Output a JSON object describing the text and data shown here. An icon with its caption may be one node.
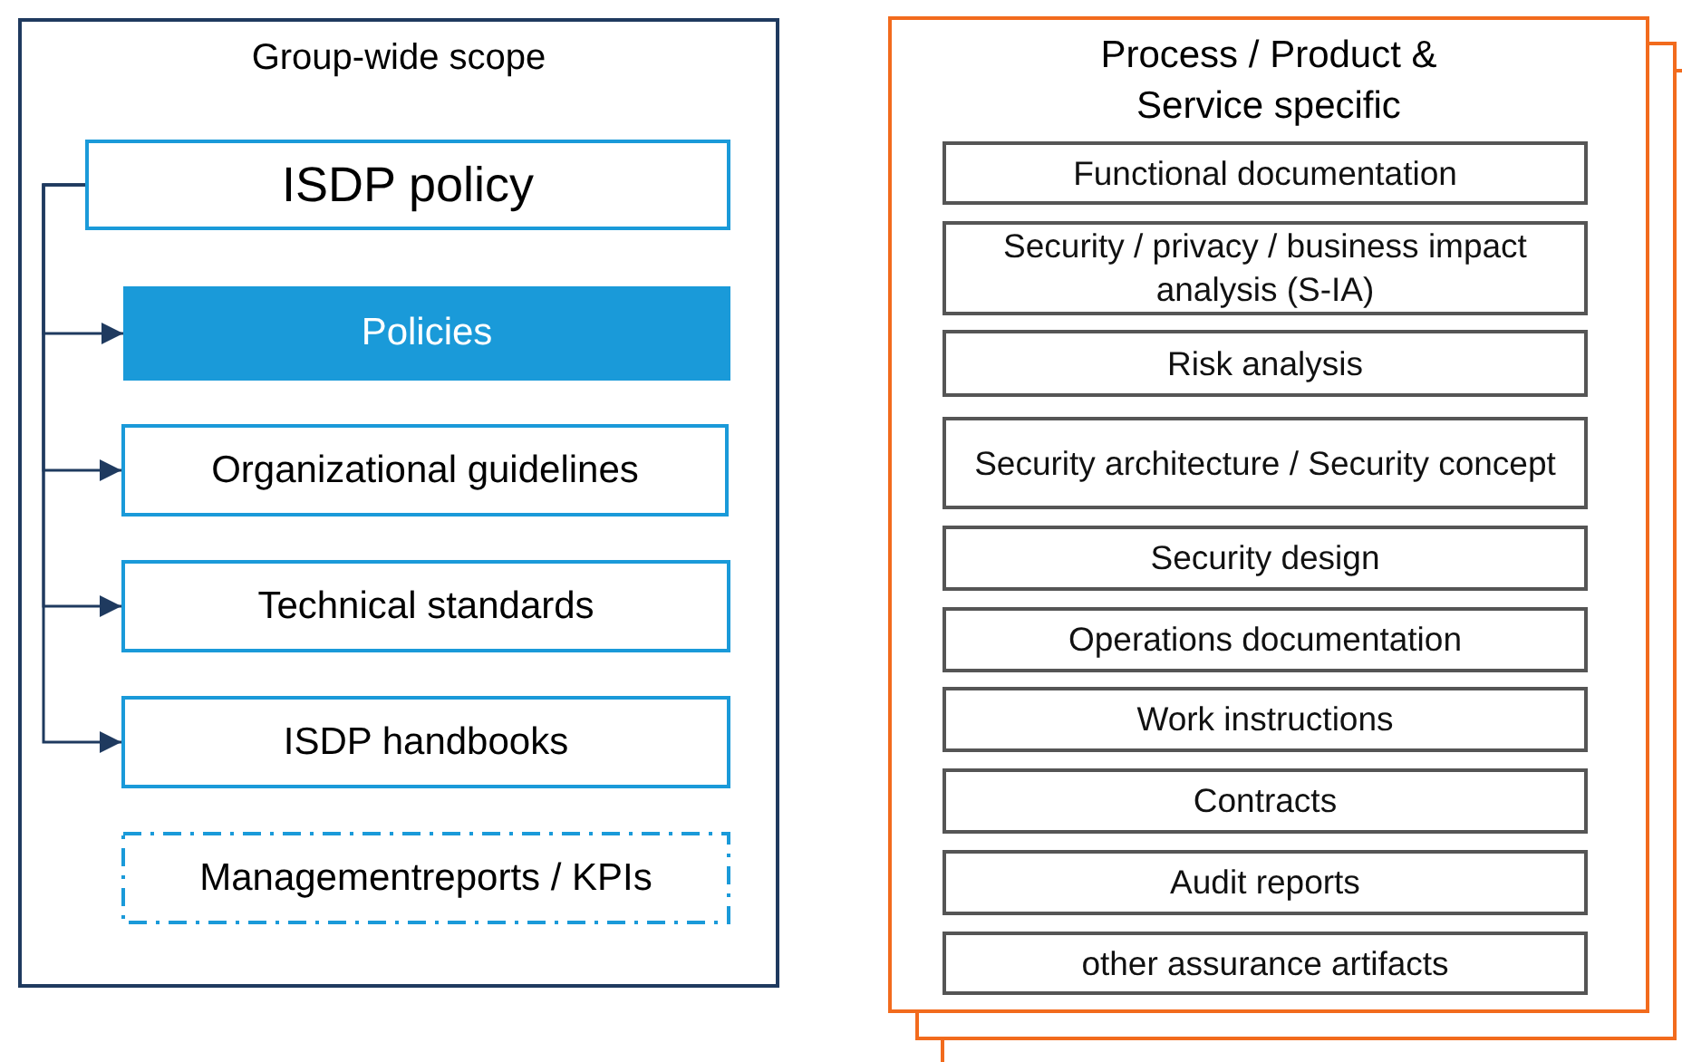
{
  "diagram": {
    "nodes": [
      {
        "text": [
          "Group-wide scope"
        ]
      },
      {
        "text": [
          "ISDP policy"
        ],
        "in": 0
      },
      {
        "text": [
          "Policies"
        ],
        "in": 0
      },
      {
        "text": [
          "Organizational guidelines"
        ],
        "in": 0
      },
      {
        "text": [
          "Technical standards"
        ],
        "in": 0
      },
      {
        "text": [
          "ISDP handbooks"
        ],
        "in": 0
      },
      {
        "text": [
          "Managementreports / KPIs"
        ],
        "in": 0
      },
      {
        "text": [
          "Process / Product & Service specific"
        ]
      },
      {
        "text": [
          "Functional documentation"
        ],
        "in": 7
      },
      {
        "text": [
          "Security / privacy / business impact analysis (S-IA)"
        ],
        "in": 7
      },
      {
        "text": [
          "Risk analysis"
        ],
        "in": 7
      },
      {
        "text": [
          "Security architecture / Security concept"
        ],
        "in": 7
      },
      {
        "text": [
          "Security design"
        ],
        "in": 7
      },
      {
        "text": [
          "Operations documentation"
        ],
        "in": 7
      },
      {
        "text": [
          "Work instructions"
        ],
        "in": 7
      },
      {
        "text": [
          "Contracts"
        ],
        "in": 7
      },
      {
        "text": [
          "Audit reports"
        ],
        "in": 7
      },
      {
        "text": [
          "other assurance artifacts"
        ],
        "in": 7
      }
    ],
    "edges": [
      {
        "from": 1,
        "to": 2,
        "arrow": "to"
      },
      {
        "from": 1,
        "to": 3,
        "arrow": "to"
      },
      {
        "from": 1,
        "to": 4,
        "arrow": "to"
      },
      {
        "from": 1,
        "to": 5,
        "arrow": "to"
      }
    ]
  }
}
